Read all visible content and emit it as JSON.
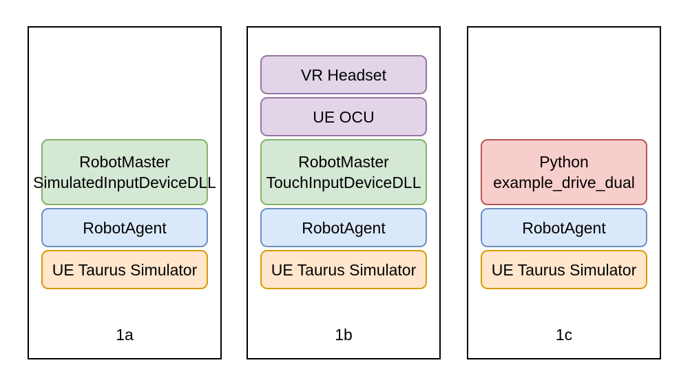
{
  "palette": {
    "green": {
      "fill": "#d5e8d4",
      "stroke": "#82b366"
    },
    "blue": {
      "fill": "#dae8fc",
      "stroke": "#6c8ebf"
    },
    "orange": {
      "fill": "#ffe6cc",
      "stroke": "#d79b00"
    },
    "purple": {
      "fill": "#e1d5e7",
      "stroke": "#9673a6"
    },
    "red": {
      "fill": "#f8cecc",
      "stroke": "#b85450"
    },
    "panel_border": "#000000",
    "background": "#ffffff",
    "text": "#000000"
  },
  "panels": [
    {
      "label": "1a",
      "boxes": [
        {
          "line1": "RobotMaster",
          "line2": "SimulatedInputDeviceDLL",
          "color": "green"
        },
        {
          "line1": "RobotAgent",
          "color": "blue"
        },
        {
          "line1": "UE Taurus Simulator",
          "color": "orange"
        }
      ]
    },
    {
      "label": "1b",
      "boxes": [
        {
          "line1": "VR Headset",
          "color": "purple"
        },
        {
          "line1": "UE OCU",
          "color": "purple"
        },
        {
          "line1": "RobotMaster",
          "line2": "TouchInputDeviceDLL",
          "color": "green"
        },
        {
          "line1": "RobotAgent",
          "color": "blue"
        },
        {
          "line1": "UE Taurus Simulator",
          "color": "orange"
        }
      ]
    },
    {
      "label": "1c",
      "boxes": [
        {
          "line1": "Python",
          "line2": "example_drive_dual",
          "color": "red"
        },
        {
          "line1": "RobotAgent",
          "color": "blue"
        },
        {
          "line1": "UE Taurus Simulator",
          "color": "orange"
        }
      ]
    }
  ]
}
